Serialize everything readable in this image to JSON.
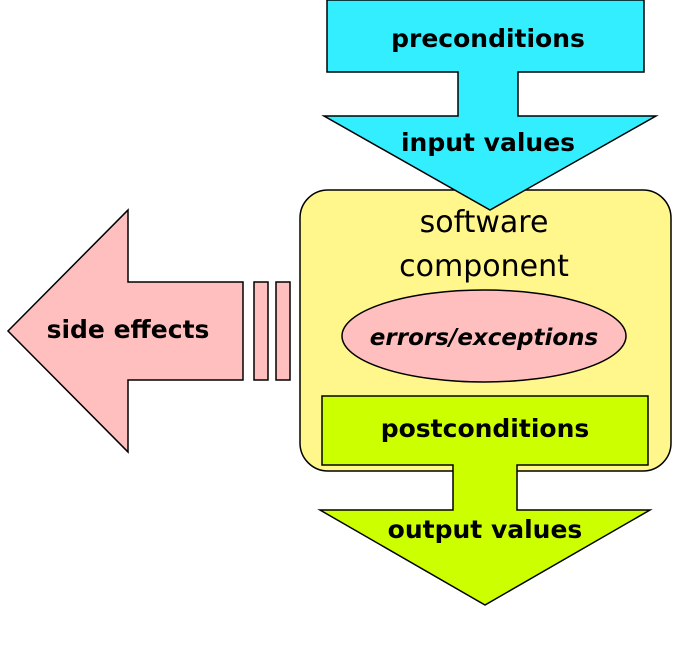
{
  "colors": {
    "preconditions_fill": "#33eeff",
    "component_fill": "#fff68c",
    "side_effects_fill": "#ffbfbf",
    "errors_fill": "#ffbfbf",
    "postconditions_fill": "#ccff00",
    "stroke": "#000000"
  },
  "labels": {
    "preconditions": "preconditions",
    "input_values": "input values",
    "component_line1": "software",
    "component_line2": "component",
    "errors": "errors/exceptions",
    "postconditions": "postconditions",
    "output_values": "output values",
    "side_effects": "side effects"
  }
}
